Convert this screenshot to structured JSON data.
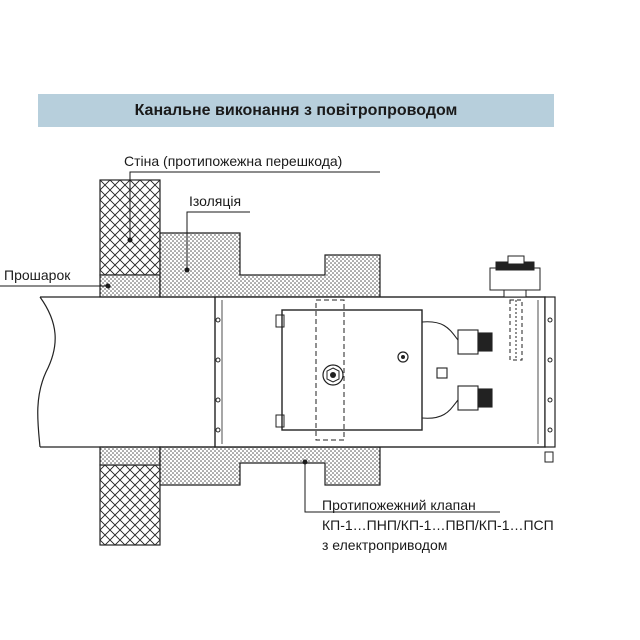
{
  "title": "Канальне виконання з повітропроводом",
  "labels": {
    "wall": "Стіна (протипожежна перешкода)",
    "insulation": "Ізоляція",
    "layer": "Прошарок",
    "valve_line1": "Протипожежний клапан",
    "valve_line2": "КП-1…ПНП/КП-1…ПВП/КП-1…ПСП",
    "valve_line3": "з електроприводом"
  },
  "colors": {
    "title_bg": "#b7cfdc",
    "line": "#1a1a1a"
  }
}
